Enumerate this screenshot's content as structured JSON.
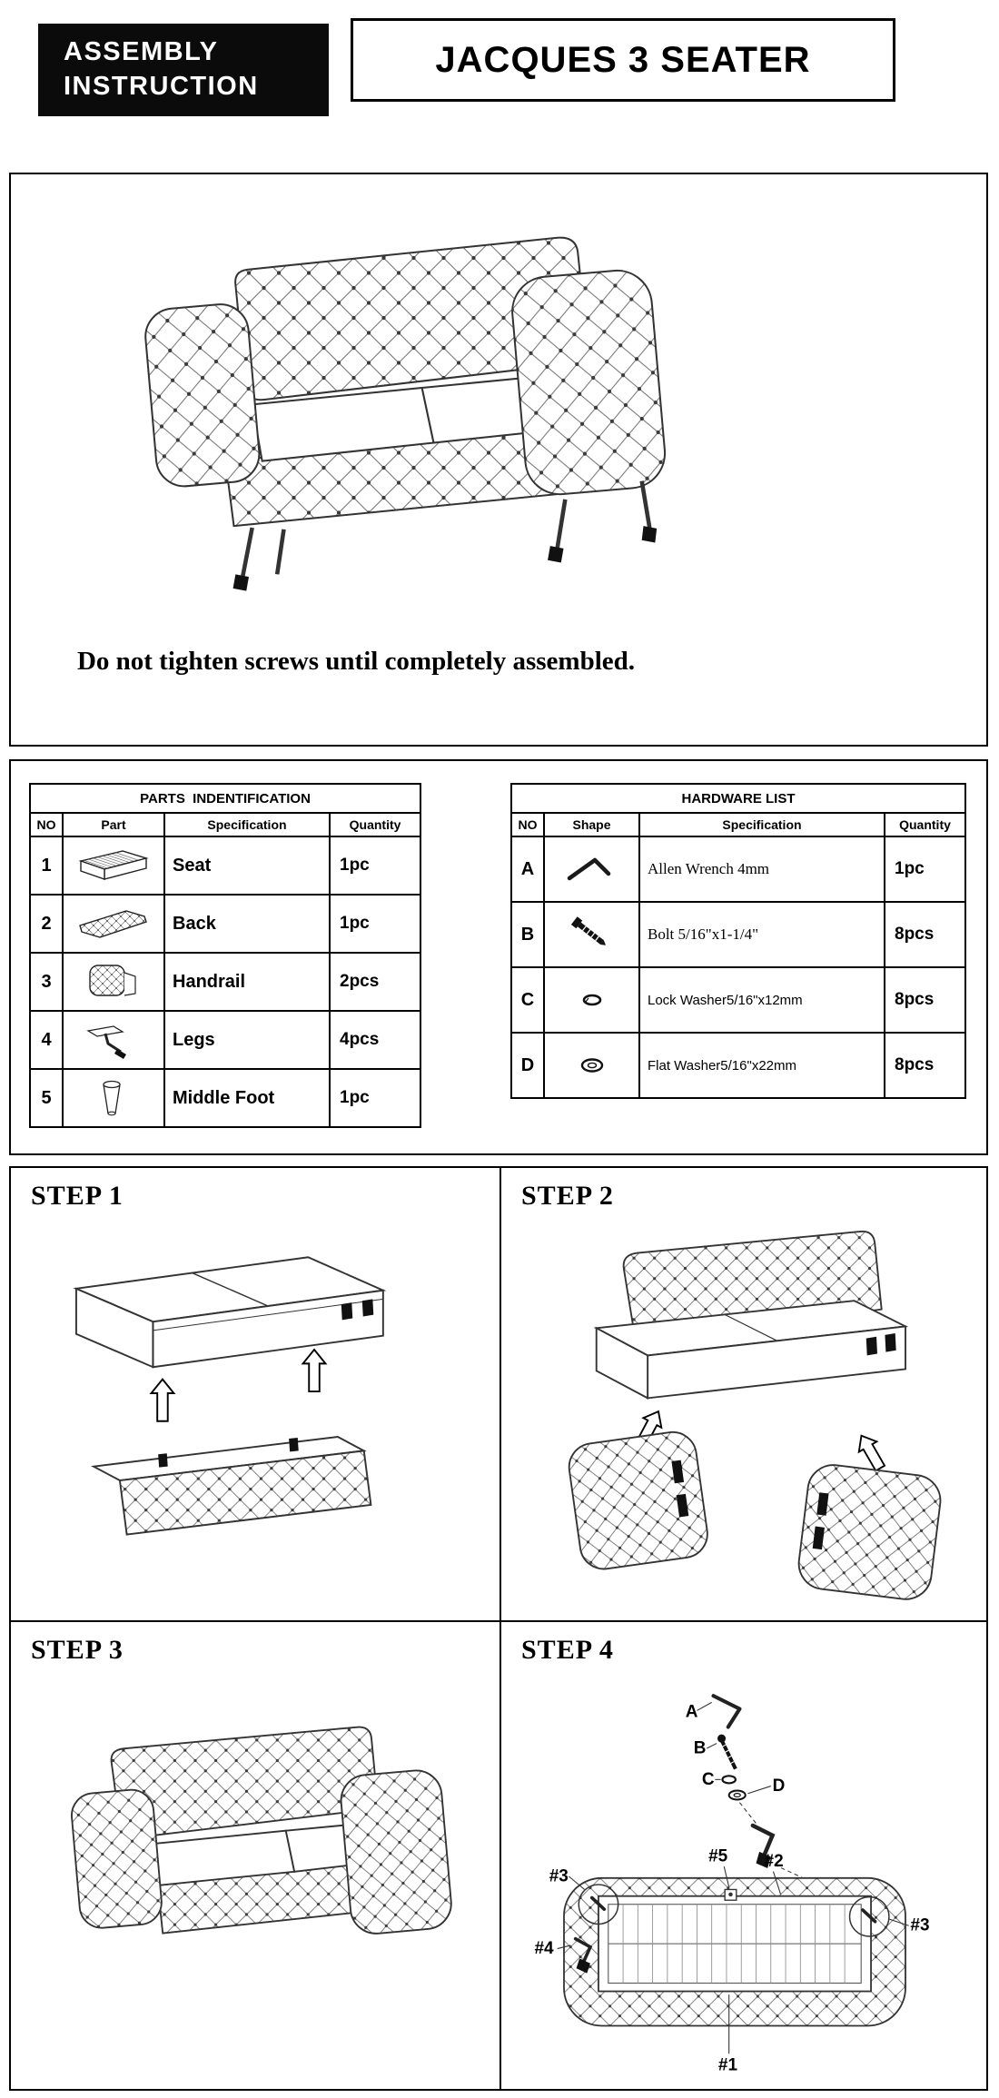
{
  "header": {
    "badge": [
      "ASSEMBLY",
      "INSTRUCTION"
    ],
    "title": "JACQUES 3 SEATER"
  },
  "notice": "Do not tighten screws until completely assembled.",
  "colors": {
    "ink": "#000000",
    "paper": "#ffffff"
  },
  "parts_table": {
    "title": "PARTS  INDENTIFICATION",
    "headers": {
      "no": "NO",
      "part": "Part",
      "spec": "Specification",
      "qty": "Quantity"
    },
    "rows": [
      {
        "no": "1",
        "name": "Seat",
        "qty": "1pc",
        "icon": "seat-part-icon"
      },
      {
        "no": "2",
        "name": "Back",
        "qty": "1pc",
        "icon": "back-part-icon"
      },
      {
        "no": "3",
        "name": "Handrail",
        "qty": "2pcs",
        "icon": "handrail-part-icon"
      },
      {
        "no": "4",
        "name": "Legs",
        "qty": "4pcs",
        "icon": "legs-part-icon"
      },
      {
        "no": "5",
        "name": "Middle Foot",
        "qty": "1pc",
        "icon": "middle-foot-part-icon"
      }
    ]
  },
  "hardware_table": {
    "title": "HARDWARE LIST",
    "headers": {
      "no": "NO",
      "shape": "Shape",
      "spec": "Specification",
      "qty": "Quantity"
    },
    "rows": [
      {
        "no": "A",
        "name": "Allen Wrench 4mm",
        "qty": "1pc",
        "icon": "allen-wrench-icon"
      },
      {
        "no": "B",
        "name": "Bolt 5/16\"x1-1/4\"",
        "qty": "8pcs",
        "icon": "bolt-icon"
      },
      {
        "no": "C",
        "name": "Lock Washer5/16\"x12mm",
        "qty": "8pcs",
        "icon": "lock-washer-icon"
      },
      {
        "no": "D",
        "name": "Flat Washer5/16\"x22mm",
        "qty": "8pcs",
        "icon": "flat-washer-icon"
      }
    ]
  },
  "steps": [
    {
      "label": "STEP 1"
    },
    {
      "label": "STEP 2"
    },
    {
      "label": "STEP 3"
    },
    {
      "label": "STEP 4"
    }
  ],
  "step4_callouts": {
    "a": "A",
    "b": "B",
    "c": "C",
    "d": "D",
    "n1": "#1",
    "n2": "#2",
    "n3_left": "#3",
    "n3_right": "#3",
    "n4": "#4",
    "n5": "#5"
  }
}
